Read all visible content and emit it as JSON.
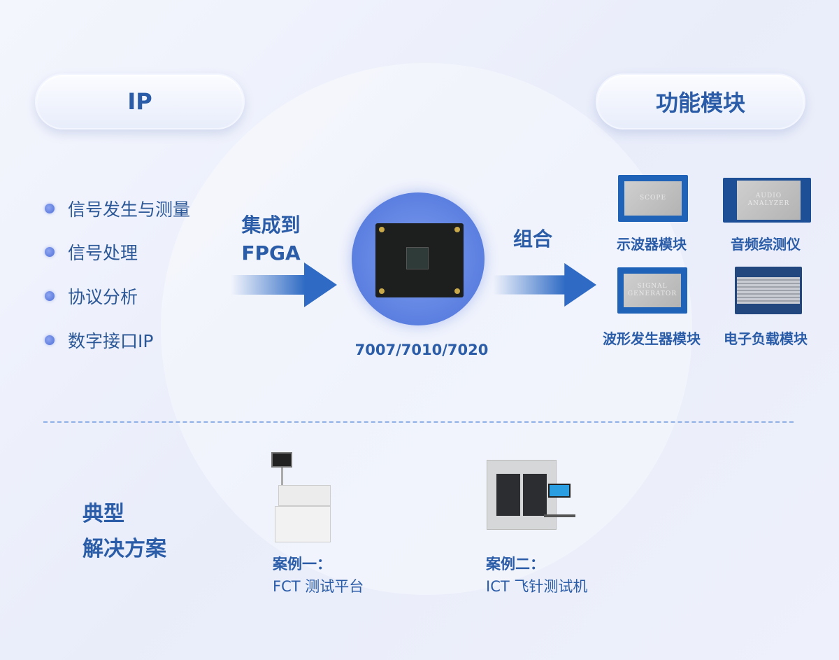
{
  "headers": {
    "ip": "IP",
    "modules": "功能模块"
  },
  "ip_list": [
    "信号发生与测量",
    "信号处理",
    "协议分析",
    "数字接口IP"
  ],
  "integrate_label": [
    "集成到",
    "FPGA"
  ],
  "chip_models": "7007/7010/7020",
  "combine_label": "组合",
  "modules": [
    {
      "name": "示波器模块",
      "board_text": "SCOPE"
    },
    {
      "name": "音频综测仪",
      "board_text": "AUDIO ANALYZER"
    },
    {
      "name": "波形发生器模块",
      "board_text": "SIGNAL GENERATOR"
    },
    {
      "name": "电子负载模块",
      "board_text": ""
    }
  ],
  "solutions_title": [
    "典型",
    "解决方案"
  ],
  "cases": [
    {
      "title": "案例一：",
      "name": "FCT 测试平台"
    },
    {
      "title": "案例二：",
      "name": "ICT 飞针测试机"
    }
  ],
  "colors": {
    "accent": "#2a5ca8",
    "arrow": "#2f6bc4",
    "background": "#eef1fb"
  }
}
